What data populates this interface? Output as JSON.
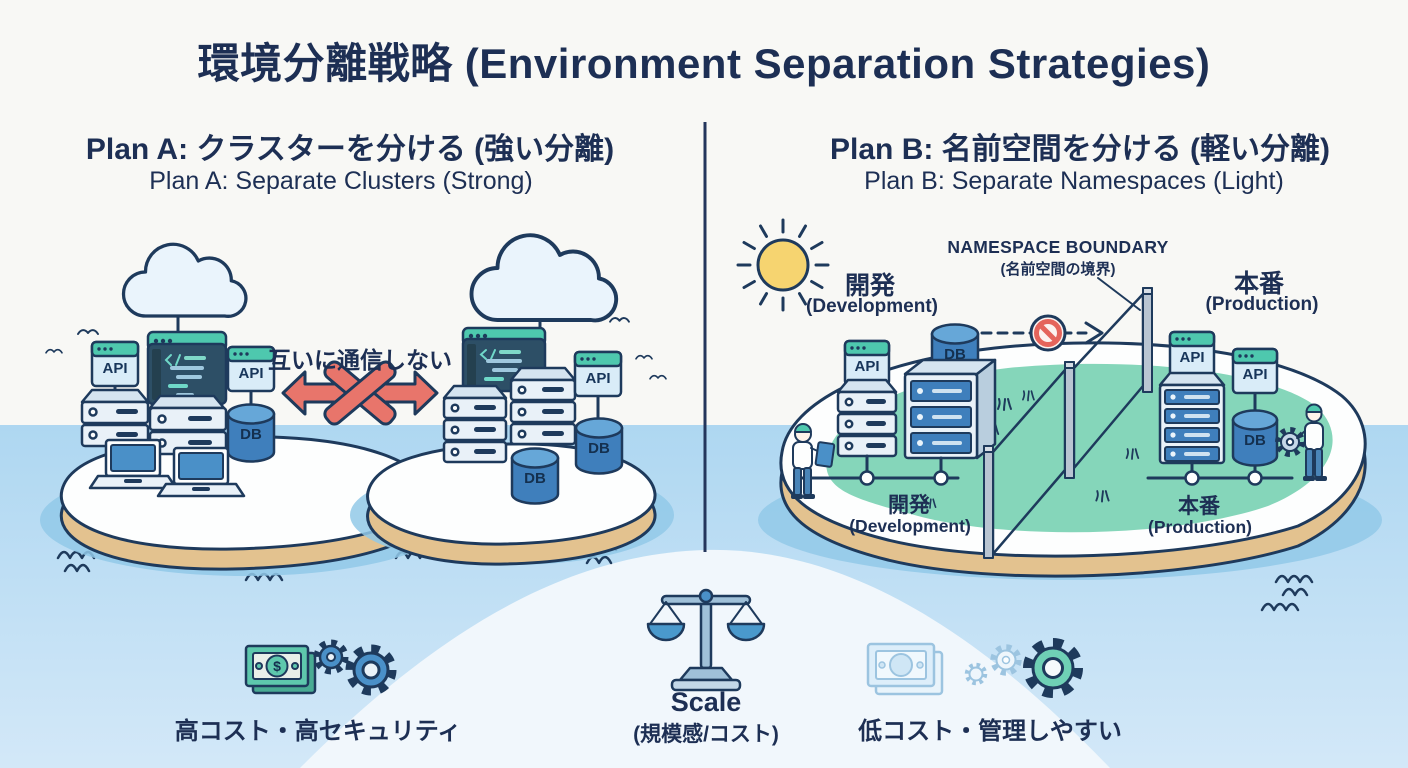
{
  "title": "環境分離戦略 (Environment Separation Strategies)",
  "plan_a": {
    "title": "Plan A: クラスターを分ける (強い分離)",
    "subtitle": "Plan A: Separate Clusters (Strong)",
    "no_communication": "互いに通信しない",
    "footer": "高コスト・高セキュリティ"
  },
  "plan_b": {
    "title": "Plan B: 名前空間を分ける (軽い分離)",
    "subtitle": "Plan B: Separate Namespaces (Light)",
    "boundary_en": "NAMESPACE BOUNDARY",
    "boundary_jp": "(名前空間の境界)",
    "dev_jp": "開発",
    "dev_en": "(Development)",
    "prod_jp": "本番",
    "prod_en": "(Production)",
    "footer": "低コスト・管理しやすい"
  },
  "center": {
    "scale_label": "Scale",
    "scale_sublabel": "(規模感/コスト)"
  },
  "labels": {
    "api": "API",
    "db": "DB",
    "dollar": "$"
  },
  "icons": {
    "plan_a_cost": "money-bill-icon",
    "plan_a_security": "gears-icon",
    "center_tradeoff": "balance-scale-icon",
    "plan_b_cost": "money-bill-faded-icon",
    "plan_b_management": "gear-teal-icon",
    "separation": "crossed-double-arrow-icon",
    "boundary": "no-entry-icon"
  },
  "colors": {
    "navy": "#1e3a5c",
    "teal": "#4ec8ae",
    "red": "#e8756b",
    "water": "#b3d9f2",
    "sand": "#e3c28f",
    "grass": "#85d6ba",
    "blue": "#4a90c8",
    "sky": "#f8f8f5",
    "db_blue": "#3f7fbc"
  }
}
